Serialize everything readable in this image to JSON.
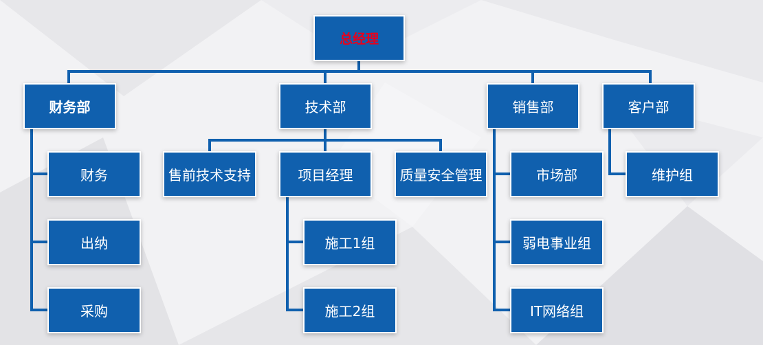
{
  "colors": {
    "box": "#1060ae",
    "line": "#1060ae",
    "top_text": "#e8001c",
    "text": "#ffffff"
  },
  "org": {
    "ceo": "总经理",
    "departments": {
      "finance": "财务部",
      "tech": "技术部",
      "sales": "销售部",
      "customer": "客户部"
    },
    "finance_units": {
      "finance": "财务",
      "cashier": "出纳",
      "purchasing": "采购"
    },
    "tech_units": {
      "presales": "售前技术支持",
      "pm": "项目经理",
      "qa": "质量安全管理"
    },
    "pm_units": {
      "team1": "施工1组",
      "team2": "施工2组"
    },
    "sales_units": {
      "market": "市场部",
      "low_voltage": "弱电事业组",
      "it_network": "IT网络组"
    },
    "customer_units": {
      "maintenance": "维护组"
    }
  }
}
